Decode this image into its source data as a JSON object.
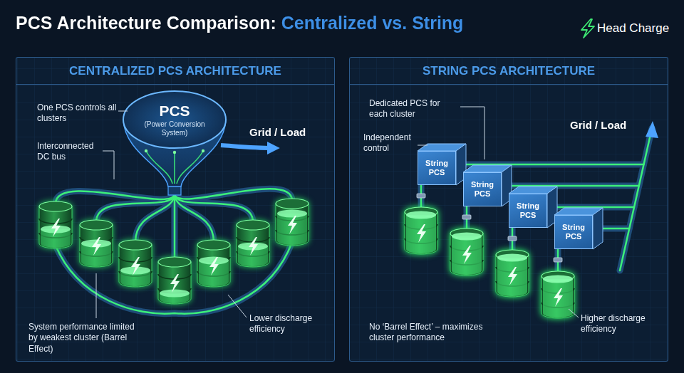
{
  "diagram": {
    "title": "PCS Architecture Comparison: Centralized vs. String",
    "nodes": [
      {
        "text": [
          "CENTRALIZED PCS ARCHITECTURE"
        ]
      },
      {
        "text": [
          "PCS",
          "(Power Conversion System)"
        ],
        "in": 0
      },
      {
        "text": [
          "STRING PCS ARCHITECTURE"
        ]
      },
      {
        "text": [
          "String PCS"
        ],
        "in": 2
      },
      {
        "text": [
          "String PCS"
        ],
        "in": 2
      },
      {
        "text": [
          "String PCS"
        ],
        "in": 2
      },
      {
        "text": [
          "String PCS"
        ],
        "in": 2
      }
    ],
    "labels": [
      "Head Charge",
      "One PCS controls all clusters",
      "Interconnected DC bus",
      "Grid / Load",
      "System performance limited by weakest cluster (Barrel Effect)",
      "Lower discharge efficiency",
      "Dedicated PCS for each cluster",
      "Independent control",
      "Grid / Load",
      "No ‘Barrel Effect’ – maximizes cluster performance",
      "Higher discharge efficiency"
    ]
  }
}
